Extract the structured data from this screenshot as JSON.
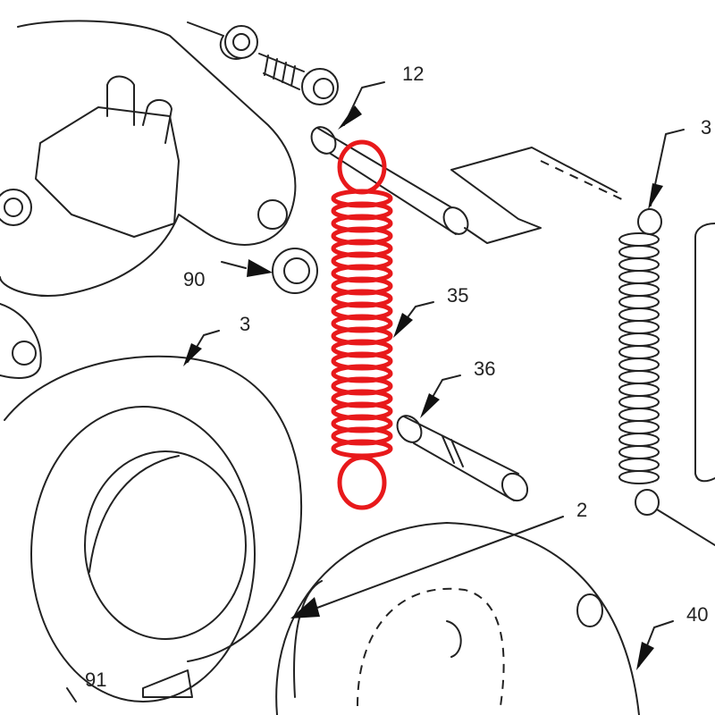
{
  "diagram": {
    "highlight_color": "#e8191b",
    "callouts": [
      {
        "id": "12",
        "label": "12"
      },
      {
        "id": "3a",
        "label": "3"
      },
      {
        "id": "90",
        "label": "90"
      },
      {
        "id": "35",
        "label": "35"
      },
      {
        "id": "3b",
        "label": "3"
      },
      {
        "id": "36",
        "label": "36"
      },
      {
        "id": "2",
        "label": "2"
      },
      {
        "id": "40",
        "label": "40"
      },
      {
        "id": "91",
        "label": "91"
      }
    ],
    "highlighted_part": "35"
  }
}
